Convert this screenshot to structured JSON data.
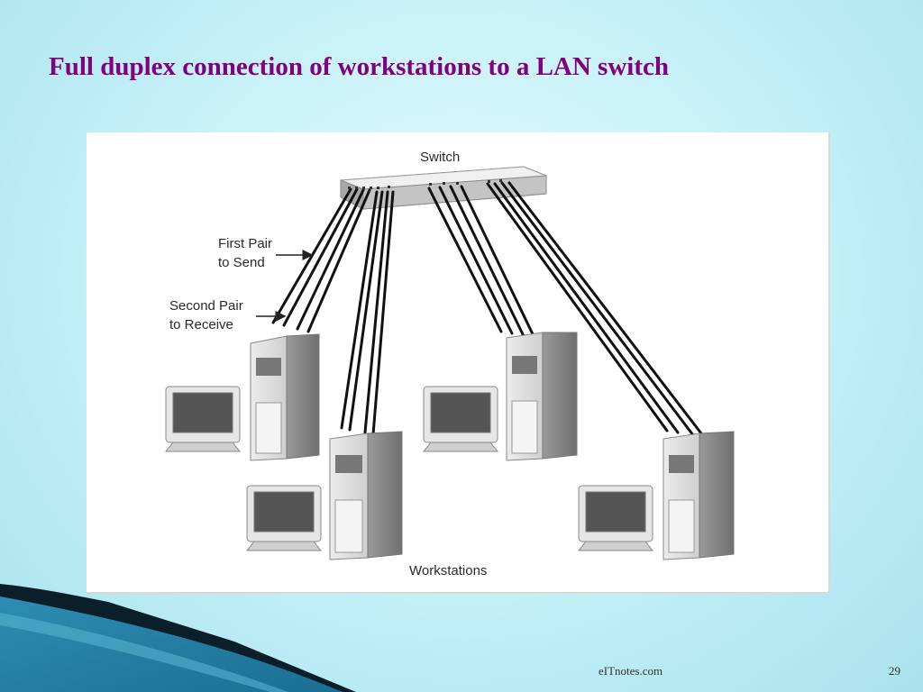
{
  "slide": {
    "title": "Full duplex connection of workstations to a LAN switch",
    "footer_site": "eITnotes.com",
    "page_number": "29"
  },
  "diagram": {
    "switch_label": "Switch",
    "first_pair_label": [
      "First Pair",
      "to Send"
    ],
    "second_pair_label": [
      "Second Pair",
      "to Receive"
    ],
    "workstations_label": "Workstations"
  },
  "colors": {
    "title": "#800080",
    "background": "#c9f2f9",
    "cable": "#111111",
    "device_gray": "#b9b9b9"
  }
}
